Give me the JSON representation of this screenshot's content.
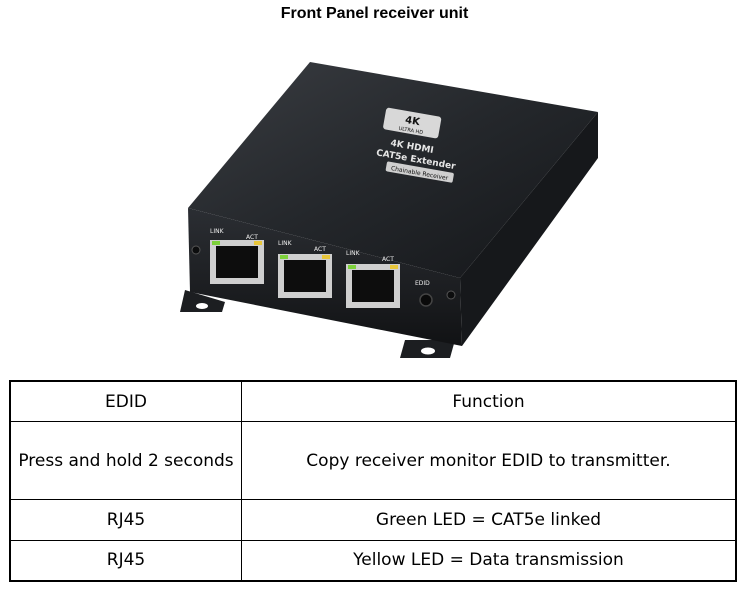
{
  "title": "Front Panel receiver unit",
  "device": {
    "badge_top": "4K",
    "badge_bottom": "ULTRA HD",
    "name_line1": "4K HDMI",
    "name_line2": "CAT5e Extender",
    "subtitle": "Chainable Receiver",
    "ports": [
      {
        "link_label": "LINK",
        "act_label": "ACT"
      },
      {
        "link_label": "LINK",
        "act_label": "ACT"
      },
      {
        "link_label": "LINK",
        "act_label": "ACT"
      }
    ],
    "edid_label": "EDID",
    "colors": {
      "body": "#1b1d20",
      "led_green": "#7dd13a",
      "led_yellow": "#e8c63a"
    }
  },
  "table": {
    "headers": [
      "EDID",
      "Function"
    ],
    "rows": [
      [
        "Press and hold 2 seconds",
        "Copy receiver monitor EDID to transmitter."
      ],
      [
        "RJ45",
        "Green LED = CAT5e linked"
      ],
      [
        "RJ45",
        "Yellow LED = Data transmission"
      ]
    ]
  }
}
